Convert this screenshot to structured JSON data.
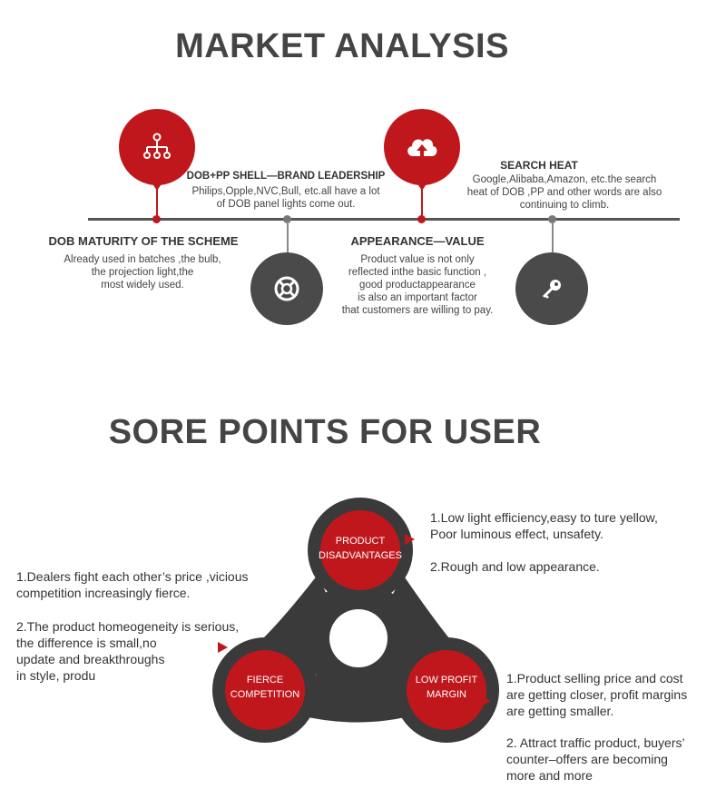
{
  "market": {
    "title": "MARKET ANALYSIS",
    "items": [
      {
        "heading": "DOB MATURITY OF THE SCHEME",
        "text": [
          "Already used in batches ,the bulb,",
          "the projection light,the",
          "most widely used."
        ],
        "icon": "network-icon"
      },
      {
        "heading": "DOB+PP SHELL—BRAND LEADERSHIP",
        "text": [
          "Philips,Opple,NVC,Bull, etc.all have a lot",
          "of DOB panel lights come out."
        ],
        "icon": "lifebuoy-icon"
      },
      {
        "heading": "APPEARANCE—VALUE",
        "text": [
          "Product value is not only",
          "reflected inthe basic function ,",
          "good productappearance",
          "is also an important factor",
          "that customers are willing to pay."
        ],
        "icon": "cloud-upload-icon"
      },
      {
        "heading": "SEARCH HEAT",
        "text": [
          "Google,Alibaba,Amazon, etc.the search",
          "heat of DOB ,PP and other words are also",
          "continuing to climb."
        ],
        "icon": "key-icon"
      }
    ]
  },
  "sore": {
    "title": "SORE POINTS FOR USER",
    "nodes": [
      {
        "label": "PRODUCT\nDISADVANTAGES",
        "points": [
          "1.Low light efficiency,easy to ture yellow,\nPoor luminous effect, unsafety.",
          "2.Rough and low appearance."
        ]
      },
      {
        "label": "FIERCE\nCOMPETITION",
        "points": [
          "1.Dealers fight each other’s price ,vicious\ncompetition increasingly fierce.",
          "2.The product homeogeneity is serious,\nthe difference is small,no\nupdate and breakthroughs\nin style, produ"
        ]
      },
      {
        "label": "LOW PROFIT\nMARGIN",
        "points": [
          "1.Product selling price and cost\nare getting closer, profit margins\nare getting smaller.",
          "2. Attract traffic product, buyers’\ncounter–offers are becoming\nmore and more"
        ]
      }
    ]
  },
  "colors": {
    "accent": "#c0171c",
    "dark": "#3d3d3d"
  }
}
